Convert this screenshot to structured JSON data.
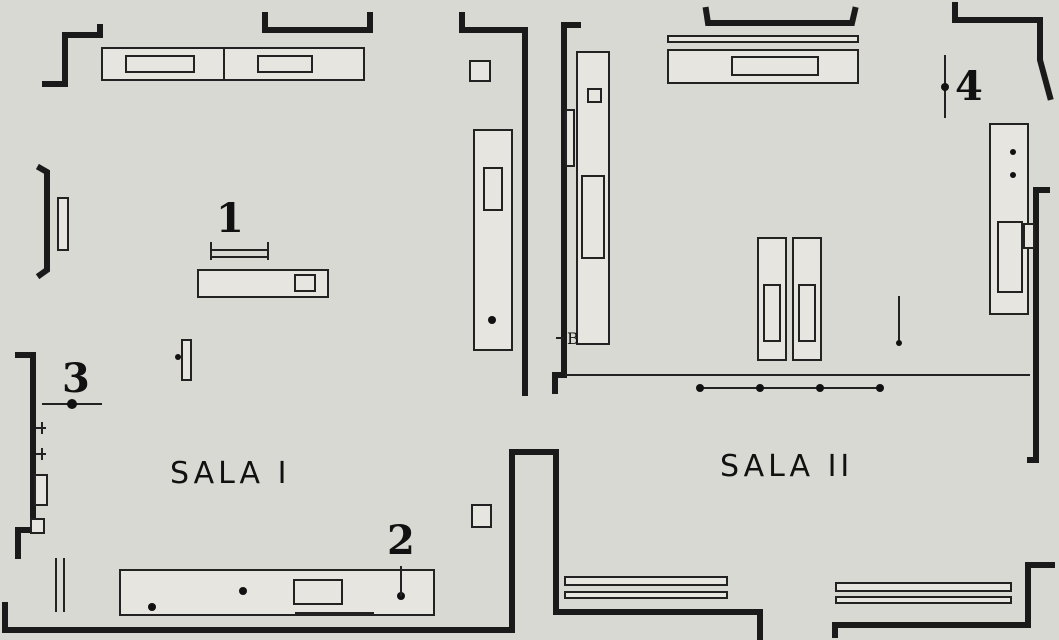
{
  "rooms": {
    "sala1": {
      "label": "SALA I"
    },
    "sala2": {
      "label": "SALA II"
    }
  },
  "markers": {
    "m1": "1",
    "m2": "2",
    "m3": "3",
    "m4": "4",
    "b": "B"
  },
  "colors": {
    "paper": "#d9d9d4",
    "ink": "#1a1a1a"
  }
}
